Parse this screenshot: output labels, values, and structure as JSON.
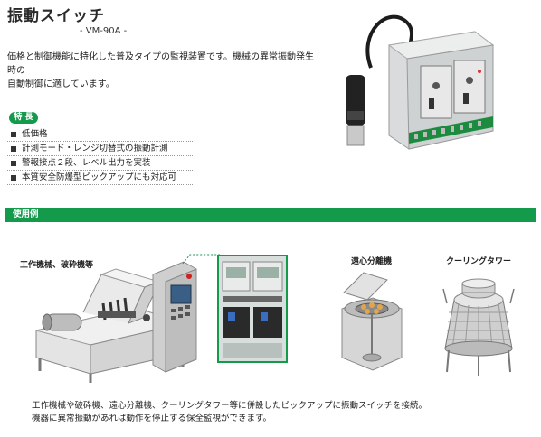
{
  "header": {
    "title": "振動スイッチ",
    "model": "- VM-90A -"
  },
  "description": {
    "line1": "価格と制御機能に特化した普及タイプの監視装置です。機械の異常振動発生時の",
    "line2": "自動制御に適しています。"
  },
  "features": {
    "badge": "特 長",
    "items": [
      "低価格",
      "計測モード・レンジ切替式の振動計測",
      "警報接点２段、レベル出力を実装",
      "本質安全防爆型ピックアップにも対応可"
    ]
  },
  "usage": {
    "bar_label": "使用例",
    "machine_label": "工作機械、破砕機等",
    "centrifuge_label": "遠心分離機",
    "tower_label": "クーリングタワー"
  },
  "caption": {
    "line1": "工作機械や破砕機、遠心分離機、クーリングタワー等に併設したピックアップに振動スイッチを接続。",
    "line2": "機器に異常振動があれば動作を停止する保全監視ができます。"
  },
  "colors": {
    "accent_green": "#139a4b",
    "device_body": "#d9dbdc"
  }
}
